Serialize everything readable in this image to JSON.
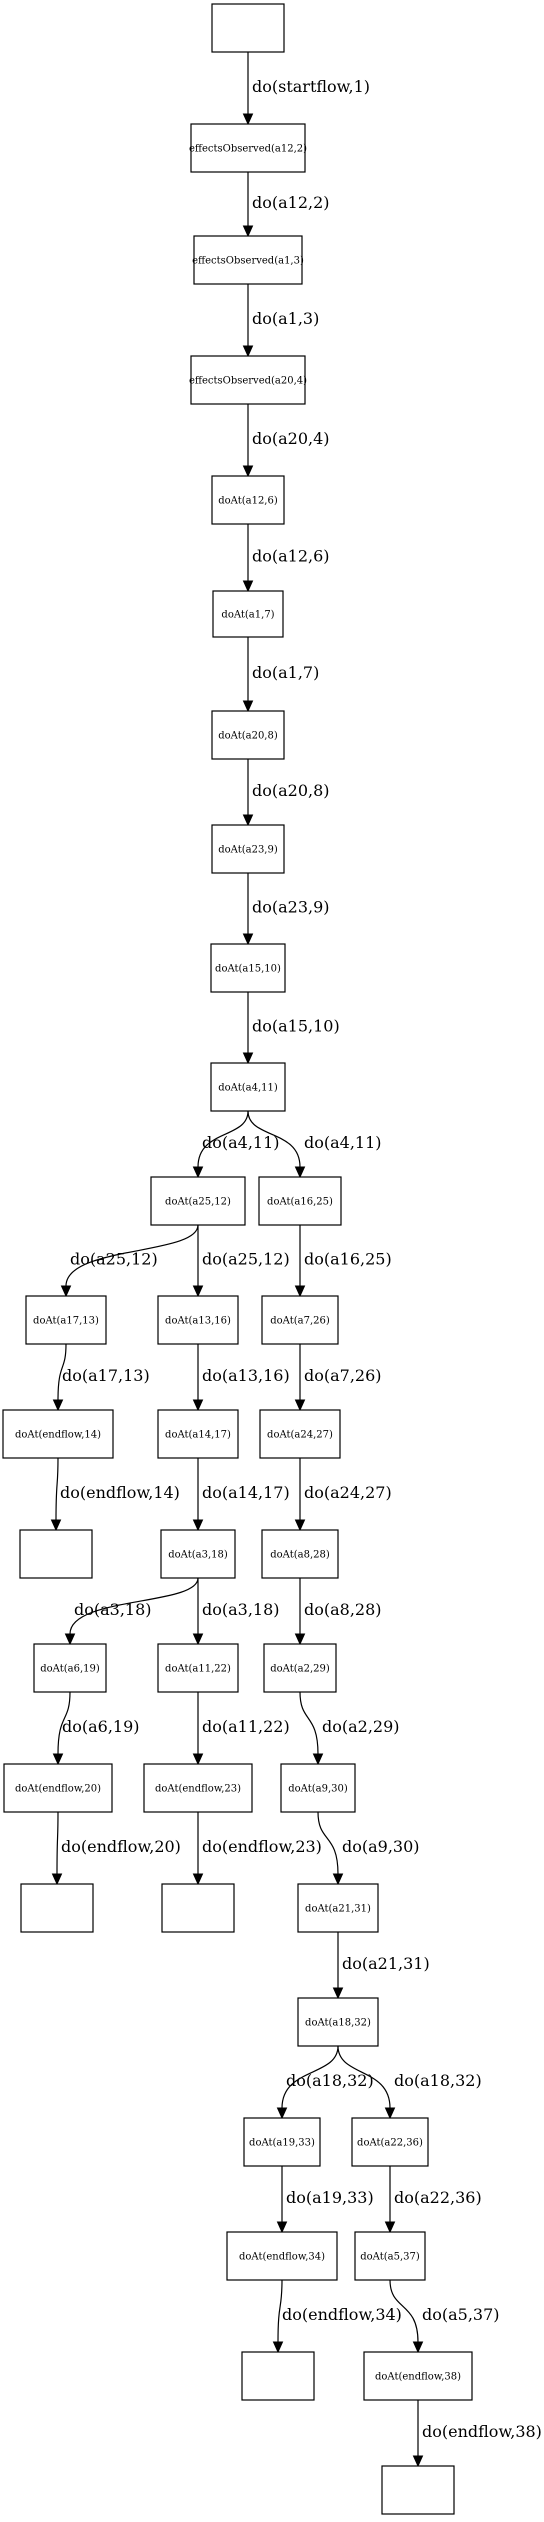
{
  "graph": {
    "nodes": [
      {
        "id": "n0",
        "label": ""
      },
      {
        "id": "n1",
        "label": "effectsObserved(a12,2)"
      },
      {
        "id": "n2",
        "label": "effectsObserved(a1,3)"
      },
      {
        "id": "n3",
        "label": "effectsObserved(a20,4)"
      },
      {
        "id": "n4",
        "label": "doAt(a12,6)"
      },
      {
        "id": "n5",
        "label": "doAt(a1,7)"
      },
      {
        "id": "n6",
        "label": "doAt(a20,8)"
      },
      {
        "id": "n7",
        "label": "doAt(a23,9)"
      },
      {
        "id": "n8",
        "label": "doAt(a15,10)"
      },
      {
        "id": "n9",
        "label": "doAt(a4,11)"
      },
      {
        "id": "n10",
        "label": "doAt(a25,12)"
      },
      {
        "id": "n11",
        "label": "doAt(a16,25)"
      },
      {
        "id": "n12",
        "label": "doAt(a17,13)"
      },
      {
        "id": "n13",
        "label": "doAt(a13,16)"
      },
      {
        "id": "n14",
        "label": "doAt(a7,26)"
      },
      {
        "id": "n15",
        "label": "doAt(endflow,14)"
      },
      {
        "id": "n16",
        "label": "doAt(a14,17)"
      },
      {
        "id": "n17",
        "label": "doAt(a24,27)"
      },
      {
        "id": "n18",
        "label": ""
      },
      {
        "id": "n19",
        "label": "doAt(a3,18)"
      },
      {
        "id": "n20",
        "label": "doAt(a8,28)"
      },
      {
        "id": "n21",
        "label": "doAt(a6,19)"
      },
      {
        "id": "n22",
        "label": "doAt(a11,22)"
      },
      {
        "id": "n23",
        "label": "doAt(a2,29)"
      },
      {
        "id": "n24",
        "label": "doAt(endflow,20)"
      },
      {
        "id": "n25",
        "label": "doAt(endflow,23)"
      },
      {
        "id": "n26",
        "label": "doAt(a9,30)"
      },
      {
        "id": "n27",
        "label": ""
      },
      {
        "id": "n28",
        "label": ""
      },
      {
        "id": "n29",
        "label": "doAt(a21,31)"
      },
      {
        "id": "n30",
        "label": "doAt(a18,32)"
      },
      {
        "id": "n31",
        "label": "doAt(a19,33)"
      },
      {
        "id": "n32",
        "label": "doAt(a22,36)"
      },
      {
        "id": "n33",
        "label": "doAt(endflow,34)"
      },
      {
        "id": "n34",
        "label": "doAt(a5,37)"
      },
      {
        "id": "n35",
        "label": ""
      },
      {
        "id": "n36",
        "label": "doAt(endflow,38)"
      },
      {
        "id": "n37",
        "label": ""
      }
    ],
    "edges": [
      {
        "from": "n0",
        "to": "n1",
        "label": "do(startflow,1)"
      },
      {
        "from": "n1",
        "to": "n2",
        "label": "do(a12,2)"
      },
      {
        "from": "n2",
        "to": "n3",
        "label": "do(a1,3)"
      },
      {
        "from": "n3",
        "to": "n4",
        "label": "do(a20,4)"
      },
      {
        "from": "n4",
        "to": "n5",
        "label": "do(a12,6)"
      },
      {
        "from": "n5",
        "to": "n6",
        "label": "do(a1,7)"
      },
      {
        "from": "n6",
        "to": "n7",
        "label": "do(a20,8)"
      },
      {
        "from": "n7",
        "to": "n8",
        "label": "do(a23,9)"
      },
      {
        "from": "n8",
        "to": "n9",
        "label": "do(a15,10)"
      },
      {
        "from": "n9",
        "to": "n10",
        "label": "do(a4,11)"
      },
      {
        "from": "n9",
        "to": "n11",
        "label": "do(a4,11)"
      },
      {
        "from": "n10",
        "to": "n12",
        "label": "do(a25,12)"
      },
      {
        "from": "n10",
        "to": "n13",
        "label": "do(a25,12)"
      },
      {
        "from": "n11",
        "to": "n14",
        "label": "do(a16,25)"
      },
      {
        "from": "n12",
        "to": "n15",
        "label": "do(a17,13)"
      },
      {
        "from": "n13",
        "to": "n16",
        "label": "do(a13,16)"
      },
      {
        "from": "n14",
        "to": "n17",
        "label": "do(a7,26)"
      },
      {
        "from": "n15",
        "to": "n18",
        "label": "do(endflow,14)"
      },
      {
        "from": "n16",
        "to": "n19",
        "label": "do(a14,17)"
      },
      {
        "from": "n17",
        "to": "n20",
        "label": "do(a24,27)"
      },
      {
        "from": "n19",
        "to": "n21",
        "label": "do(a3,18)"
      },
      {
        "from": "n19",
        "to": "n22",
        "label": "do(a3,18)"
      },
      {
        "from": "n20",
        "to": "n23",
        "label": "do(a8,28)"
      },
      {
        "from": "n21",
        "to": "n24",
        "label": "do(a6,19)"
      },
      {
        "from": "n22",
        "to": "n25",
        "label": "do(a11,22)"
      },
      {
        "from": "n23",
        "to": "n26",
        "label": "do(a2,29)"
      },
      {
        "from": "n24",
        "to": "n27",
        "label": "do(endflow,20)"
      },
      {
        "from": "n25",
        "to": "n28",
        "label": "do(endflow,23)"
      },
      {
        "from": "n26",
        "to": "n29",
        "label": "do(a9,30)"
      },
      {
        "from": "n29",
        "to": "n30",
        "label": "do(a21,31)"
      },
      {
        "from": "n30",
        "to": "n31",
        "label": "do(a18,32)"
      },
      {
        "from": "n30",
        "to": "n32",
        "label": "do(a18,32)"
      },
      {
        "from": "n31",
        "to": "n33",
        "label": "do(a19,33)"
      },
      {
        "from": "n32",
        "to": "n34",
        "label": "do(a22,36)"
      },
      {
        "from": "n33",
        "to": "n35",
        "label": "do(endflow,34)"
      },
      {
        "from": "n34",
        "to": "n36",
        "label": "do(a5,37)"
      },
      {
        "from": "n36",
        "to": "n37",
        "label": "do(endflow,38)"
      }
    ]
  }
}
